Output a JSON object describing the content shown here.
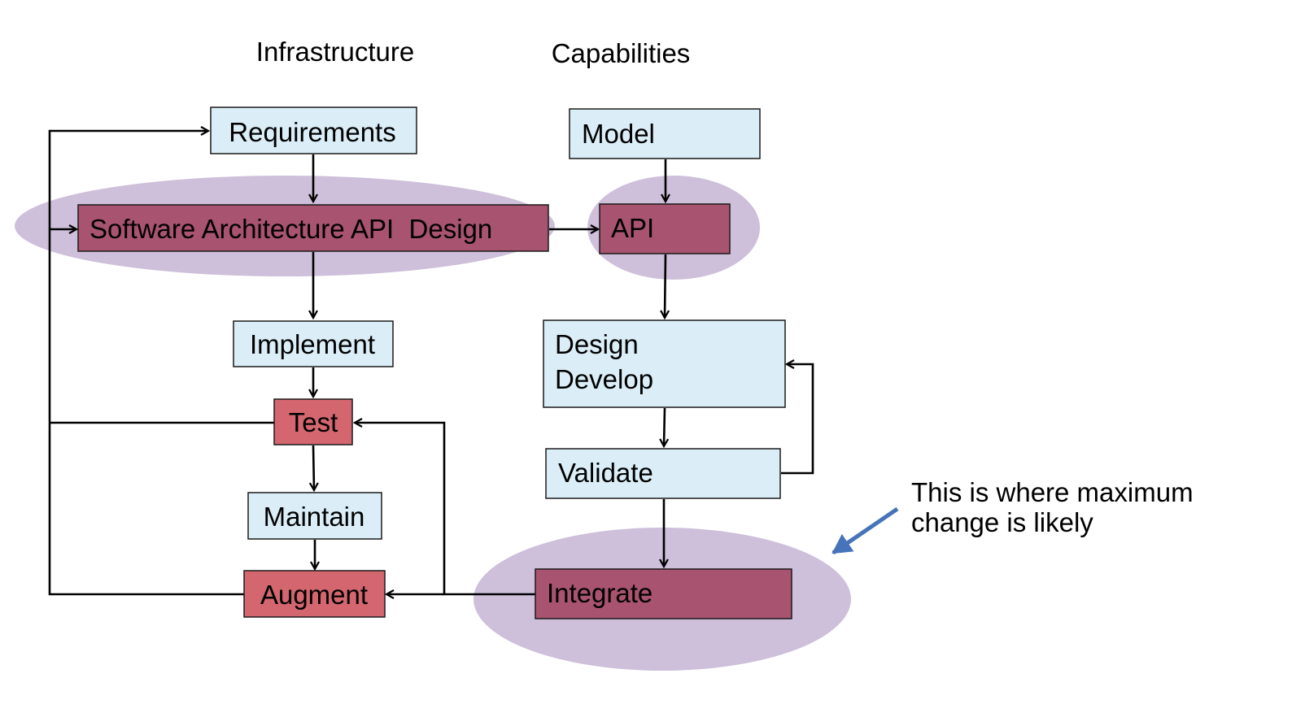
{
  "headers": {
    "infrastructure": "Infrastructure",
    "capabilities": "Capabilities"
  },
  "nodes": {
    "requirements": "Requirements",
    "software_architecture": "Software Architecture API  Design",
    "implement": "Implement",
    "test": "Test",
    "maintain": "Maintain",
    "augment": "Augment",
    "model": "Model",
    "api": "API",
    "design": "Design",
    "develop": "Develop",
    "validate": "Validate",
    "integrate": "Integrate"
  },
  "annotation": {
    "line1": "This is where maximum",
    "line2": "change is likely"
  },
  "colors": {
    "light_box": "#dbeef8",
    "dark_box": "#a8536f",
    "red_box": "#d4666f",
    "highlight": "#c5b4d3",
    "annotation_arrow": "#4673b9"
  }
}
